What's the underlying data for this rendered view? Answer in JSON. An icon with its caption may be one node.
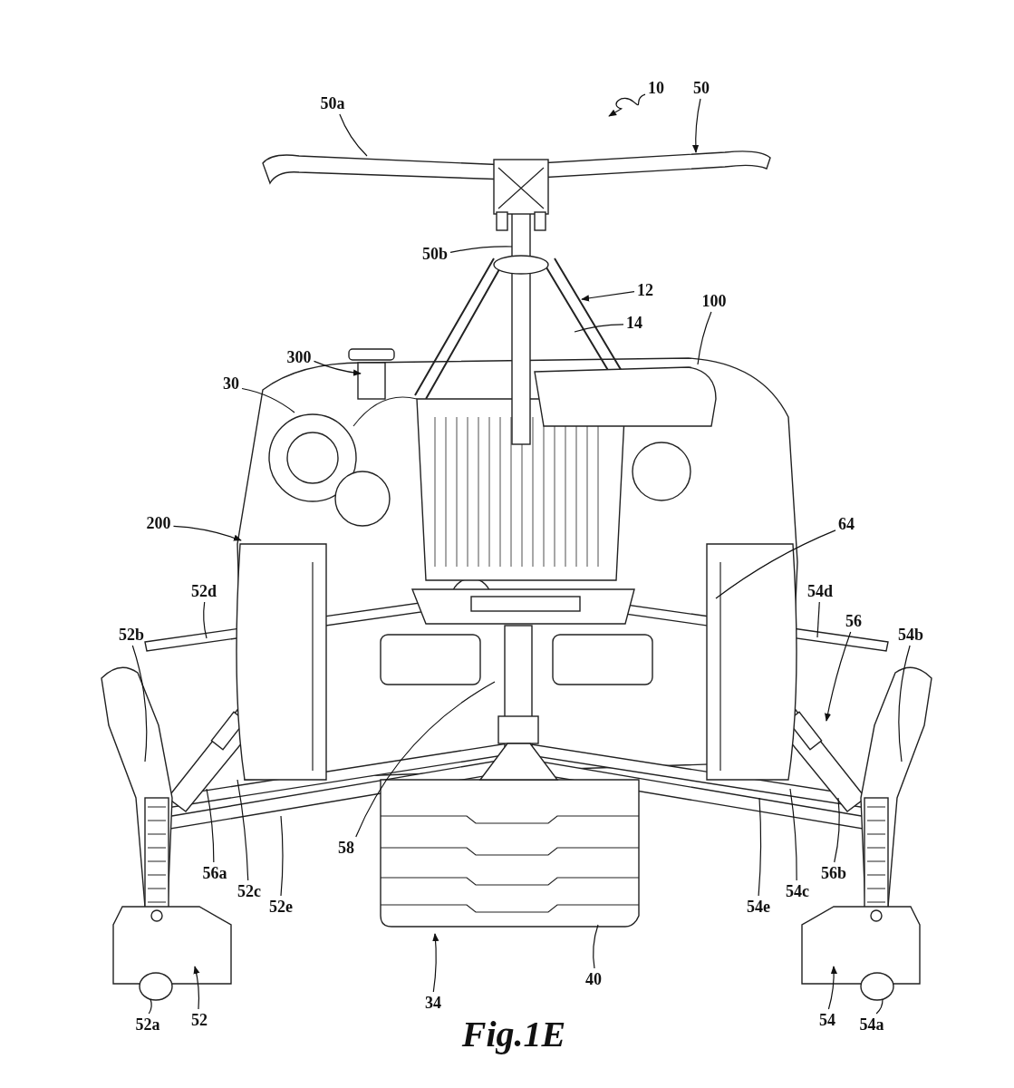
{
  "diagram": {
    "caption": "Fig.1E",
    "nodes": [
      {
        "text": [
          "10"
        ]
      },
      {
        "text": [
          "50a"
        ]
      },
      {
        "text": [
          "50"
        ]
      },
      {
        "text": [
          "50b"
        ]
      },
      {
        "text": [
          "12"
        ]
      },
      {
        "text": [
          "14"
        ]
      },
      {
        "text": [
          "100"
        ]
      },
      {
        "text": [
          "300"
        ]
      },
      {
        "text": [
          "30"
        ]
      },
      {
        "text": [
          "200"
        ]
      },
      {
        "text": [
          "64"
        ]
      },
      {
        "text": [
          "52d"
        ]
      },
      {
        "text": [
          "54d"
        ]
      },
      {
        "text": [
          "56"
        ]
      },
      {
        "text": [
          "52b"
        ]
      },
      {
        "text": [
          "54b"
        ]
      },
      {
        "text": [
          "58"
        ]
      },
      {
        "text": [
          "56a"
        ]
      },
      {
        "text": [
          "52c"
        ]
      },
      {
        "text": [
          "52e"
        ]
      },
      {
        "text": [
          "54e"
        ]
      },
      {
        "text": [
          "54c"
        ]
      },
      {
        "text": [
          "56b"
        ]
      },
      {
        "text": [
          "34"
        ]
      },
      {
        "text": [
          "40"
        ]
      },
      {
        "text": [
          "52a"
        ]
      },
      {
        "text": [
          "52"
        ]
      },
      {
        "text": [
          "54"
        ]
      },
      {
        "text": [
          "54a"
        ]
      }
    ],
    "edges": [
      {
        "from": 0,
        "to": null,
        "arrow": "to"
      },
      {
        "from": 1,
        "to": null,
        "arrow": "none"
      },
      {
        "from": 2,
        "to": null,
        "arrow": "to"
      },
      {
        "from": 3,
        "to": null,
        "arrow": "none"
      },
      {
        "from": 4,
        "to": null,
        "arrow": "to"
      },
      {
        "from": 5,
        "to": null,
        "arrow": "none"
      },
      {
        "from": 6,
        "to": null,
        "arrow": "none"
      },
      {
        "from": 7,
        "to": null,
        "arrow": "to"
      },
      {
        "from": 8,
        "to": null,
        "arrow": "none"
      },
      {
        "from": 9,
        "to": null,
        "arrow": "to"
      },
      {
        "from": 10,
        "to": null,
        "arrow": "none"
      },
      {
        "from": 11,
        "to": null,
        "arrow": "none"
      },
      {
        "from": 12,
        "to": null,
        "arrow": "none"
      },
      {
        "from": 13,
        "to": null,
        "arrow": "to"
      },
      {
        "from": 14,
        "to": null,
        "arrow": "none"
      },
      {
        "from": 15,
        "to": null,
        "arrow": "none"
      },
      {
        "from": 16,
        "to": null,
        "arrow": "none"
      },
      {
        "from": 17,
        "to": null,
        "arrow": "none"
      },
      {
        "from": 18,
        "to": null,
        "arrow": "none"
      },
      {
        "from": 19,
        "to": null,
        "arrow": "none"
      },
      {
        "from": 20,
        "to": null,
        "arrow": "none"
      },
      {
        "from": 21,
        "to": null,
        "arrow": "none"
      },
      {
        "from": 22,
        "to": null,
        "arrow": "none"
      },
      {
        "from": 23,
        "to": null,
        "arrow": "to"
      },
      {
        "from": 24,
        "to": null,
        "arrow": "none"
      },
      {
        "from": 25,
        "to": null,
        "arrow": "none"
      },
      {
        "from": 26,
        "to": null,
        "arrow": "to"
      },
      {
        "from": 27,
        "to": null,
        "arrow": "to"
      },
      {
        "from": 28,
        "to": null,
        "arrow": "none"
      }
    ]
  }
}
